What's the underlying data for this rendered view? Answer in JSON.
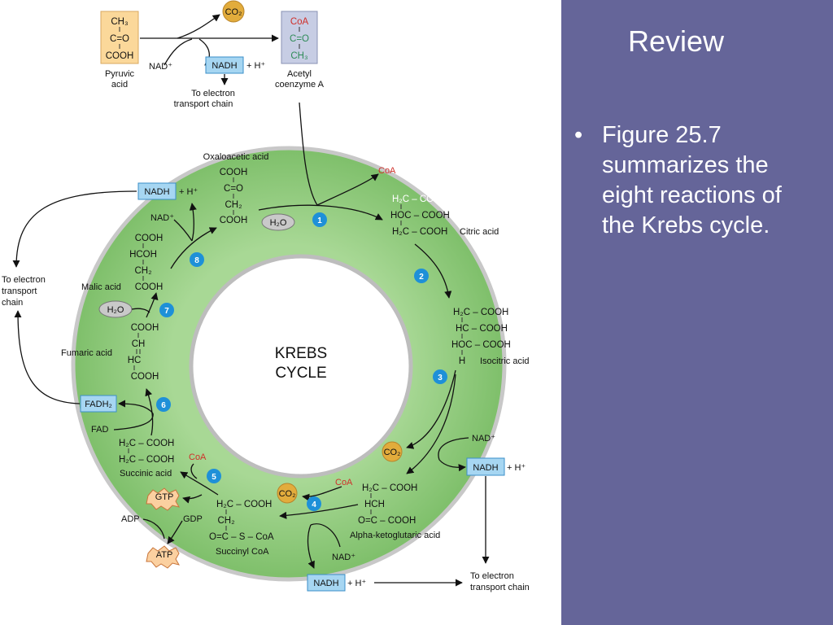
{
  "slide": {
    "title": "Review",
    "bullet": "Figure 25.7 summarizes the eight reactions of the Krebs cycle.",
    "sidebar_color": "#656599"
  },
  "diagram": {
    "center_title": [
      "KREBS",
      "CYCLE"
    ],
    "ring_color": "#8cc97a",
    "top": {
      "pyruvic": {
        "l1": "CH₃",
        "l2": "C=O",
        "l3": "COOH",
        "name1": "Pyruvic",
        "name2": "acid"
      },
      "co2": "CO₂",
      "nad": "NAD⁺",
      "nadh": "NADH",
      "h": "+ H⁺",
      "etc1": "To electron",
      "etc2": "transport chain",
      "acetyl": {
        "l1": "CoA",
        "l2": "C=O",
        "l3": "CH₃",
        "name1": "Acetyl",
        "name2": "coenzyme A"
      }
    },
    "steps": [
      "1",
      "2",
      "3",
      "4",
      "5",
      "6",
      "7",
      "8"
    ],
    "molecules": {
      "oxaloacetic": {
        "name": "Oxaloacetic acid",
        "l1": "COOH",
        "l2": "C=O",
        "l3": "CH₂",
        "l4": "COOH"
      },
      "citric": {
        "name": "Citric acid",
        "l1": "H₂C – COOH",
        "l2": "HOC – COOH",
        "l3": "H₂C – COOH"
      },
      "isocitric": {
        "name": "Isocitric acid",
        "l1": "H₂C – COOH",
        "l2": "HC – COOH",
        "l3": "HOC – COOH",
        "l4": "H"
      },
      "alpha": {
        "name": "Alpha-ketoglutaric acid",
        "l1": "H₂C – COOH",
        "l2": "HCH",
        "l3": "O=C – COOH"
      },
      "succinylcoa": {
        "name": "Succinyl CoA",
        "l1": "H₂C – COOH",
        "l2": "CH₂",
        "l3": "O=C – S – CoA"
      },
      "succinic": {
        "name": "Succinic acid",
        "l1": "H₂C – COOH",
        "l2": "H₂C – COOH"
      },
      "fumaric": {
        "name": "Fumaric acid",
        "l1": "COOH",
        "l2": "CH",
        "l3": "HC",
        "l4": "COOH"
      },
      "malic": {
        "name": "Malic acid",
        "l1": "COOH",
        "l2": "HCOH",
        "l3": "CH₂",
        "l4": "COOH"
      }
    },
    "labels": {
      "coa": "CoA",
      "h2o": "H₂O",
      "co2": "CO₂",
      "nad": "NAD⁺",
      "nadh": "NADH",
      "h": "+ H⁺",
      "fad": "FAD",
      "fadh2": "FADH₂",
      "gtp": "GTP",
      "gdp": "GDP",
      "adp": "ADP",
      "atp": "ATP",
      "etc_left": [
        "To electron",
        "transport",
        "chain"
      ],
      "etc_right1": "To electron",
      "etc_right2": "transport chain"
    }
  }
}
